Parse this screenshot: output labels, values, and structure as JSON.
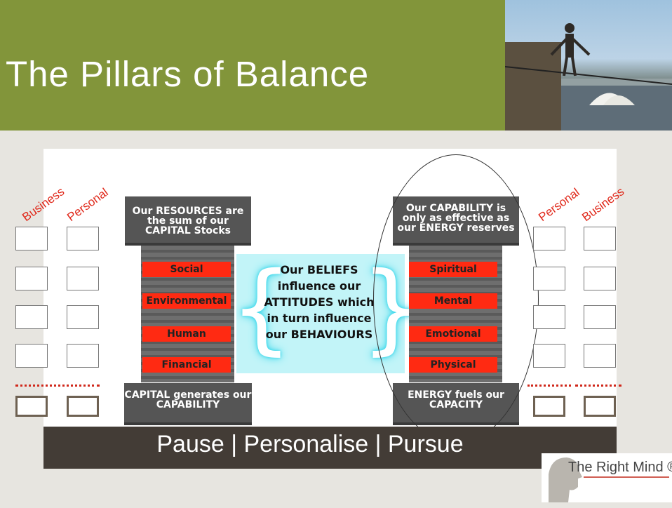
{
  "slide": {
    "title": "The Pillars of Balance",
    "footer": "Pause | Personalise | Pursue"
  },
  "left_side": {
    "label_business": "Business",
    "label_personal": "Personal"
  },
  "right_side": {
    "label_personal": "Personal",
    "label_business": "Business"
  },
  "left_pillar": {
    "top_cap": "Our RESOURCES are the sum of our CAPITAL Stocks",
    "bands": [
      "Social",
      "Environmental",
      "Human",
      "Financial"
    ],
    "bottom_cap": "CAPITAL generates our CAPABILITY"
  },
  "center": {
    "text": "Our BELIEFS influence our ATTITUDES which in turn influence our BEHAVIOURS"
  },
  "right_pillar": {
    "top_cap": "Our CAPABILITY is only as effective as our ENERGY reserves",
    "bands": [
      "Spiritual",
      "Mental",
      "Emotional",
      "Physical"
    ],
    "bottom_cap": "ENERGY fuels our CAPACITY"
  },
  "logo": {
    "text": "The Right Mind ®"
  },
  "colors": {
    "header_green": "#82953a",
    "band_red": "#ff2a12",
    "footer_brown": "#433c36",
    "label_red": "#e0281a"
  }
}
